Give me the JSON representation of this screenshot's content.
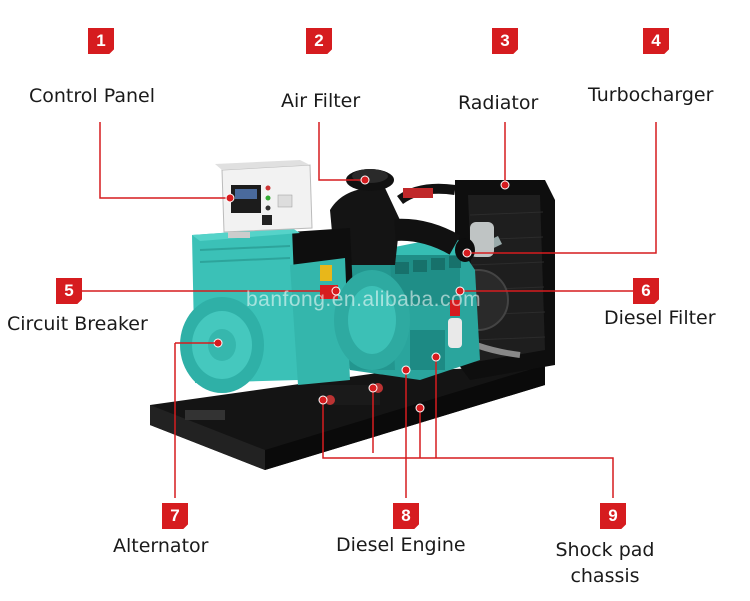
{
  "colors": {
    "accent": "#d61c1f",
    "generator_body": "#37b9b0",
    "frame": "#111111"
  },
  "watermark": "banfong.en.alibaba.com",
  "components": [
    {
      "number": "1",
      "label": "Control Panel"
    },
    {
      "number": "2",
      "label": "Air Filter"
    },
    {
      "number": "3",
      "label": "Radiator"
    },
    {
      "number": "4",
      "label": "Turbocharger"
    },
    {
      "number": "5",
      "label": "Circuit Breaker"
    },
    {
      "number": "6",
      "label": "Diesel Filter"
    },
    {
      "number": "7",
      "label": "Alternator"
    },
    {
      "number": "8",
      "label": "Diesel Engine"
    },
    {
      "number": "9",
      "label": "Shock pad\nchassis"
    }
  ]
}
